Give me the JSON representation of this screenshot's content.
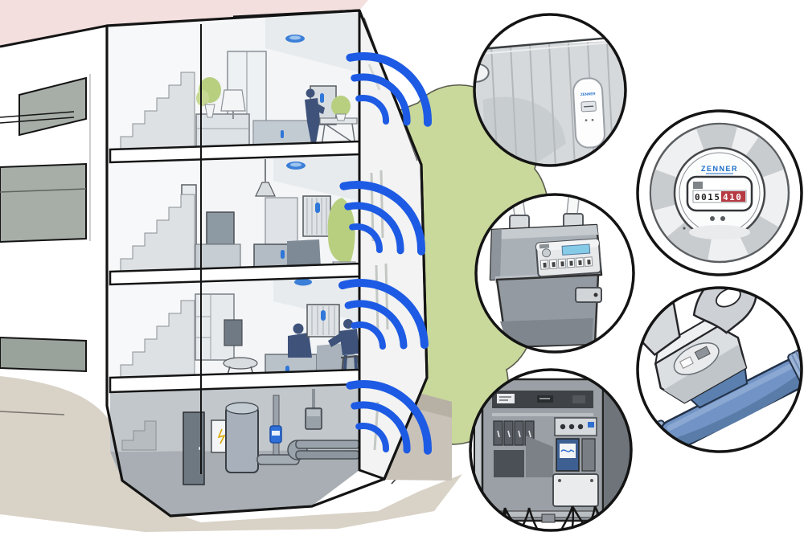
{
  "scene": {
    "description": "cutaway-apartment-building-with-wireless-meter-reading",
    "signals": {
      "sets": 4,
      "arcs_per_set": 3,
      "color": "#1e5be4"
    },
    "building": {
      "floors": [
        {
          "name": "attic-apartment",
          "objects": [
            "smoke-detector",
            "plant",
            "table-lamp",
            "wardrobe",
            "dresser",
            "bed",
            "person-at-door",
            "door-device",
            "side-table"
          ]
        },
        {
          "name": "upper-apartment",
          "objects": [
            "smoke-detector",
            "pendant-lamp",
            "tv",
            "tv-stand",
            "door",
            "cabinet",
            "radiator-with-allocator",
            "sideboard",
            "armchair",
            "large-plant"
          ]
        },
        {
          "name": "lower-apartment",
          "objects": [
            "smoke-detector",
            "cabinet",
            "wall-tv",
            "round-table",
            "sofa-with-person",
            "radiator-with-allocator",
            "desk-with-person",
            "stool"
          ]
        },
        {
          "name": "basement",
          "objects": [
            "door",
            "fuse-box",
            "hot-water-boiler",
            "riser-pipe",
            "water-meter",
            "gas-meter",
            "distribution-pipes"
          ]
        }
      ],
      "stairwell": "staircase-on-left-of-every-floor"
    },
    "surroundings": [
      "neighbor-facade-left",
      "pink-roof",
      "green-tree",
      "beige-ground",
      "grey-retaining-wall"
    ]
  },
  "callouts": {
    "heat_allocator": {
      "device": "heat-cost-allocator-on-radiator",
      "brand": "ZENNER"
    },
    "radio_module": {
      "device": "round-radio-meter-module",
      "brand": "ZENNER",
      "counter_black": "0015",
      "counter_red": "410"
    },
    "gas_meter": {
      "device": "diaphragm-gas-meter"
    },
    "water_meter": {
      "device": "domestic-water-meter-open-lid"
    },
    "meter_cabinet": {
      "device": "electric-meter-cabinet-open"
    }
  },
  "palette": {
    "signal_blue": "#1e5be4",
    "roof_pink": "#f3dfde",
    "tree_green": "#c9d89b",
    "ground_beige": "#d9d2c7",
    "device_blue": "#2f77d8",
    "counter_red": "#b63a42",
    "people_navy": "#3f537a",
    "water_meter_blue": "#7193c5"
  }
}
